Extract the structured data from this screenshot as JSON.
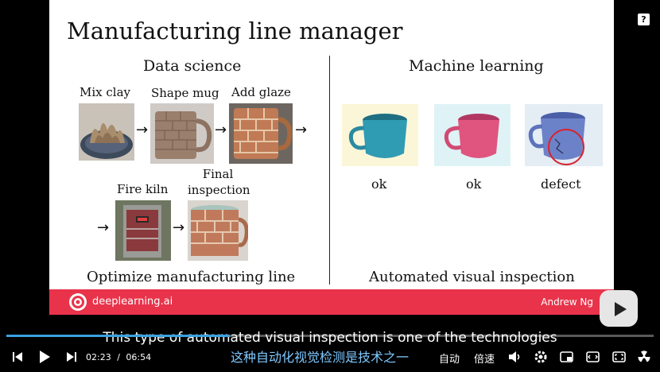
{
  "slide": {
    "title": "Manufacturing line manager",
    "left": {
      "heading": "Data science",
      "steps": [
        "Mix clay",
        "Shape mug",
        "Add glaze",
        "Fire kiln",
        "Final\ninspection"
      ],
      "caption": "Optimize manufacturing line"
    },
    "right": {
      "heading": "Machine learning",
      "labels": [
        "ok",
        "ok",
        "defect"
      ],
      "caption": "Automated visual inspection"
    },
    "brand": "deeplearning.ai",
    "author": "Andrew Ng"
  },
  "subtitles": {
    "english": "This type of automated visual inspection is one of the technologies",
    "chinese": "这种自动化视觉检测是技术之一"
  },
  "player": {
    "current_time": "02:23",
    "separator": "/",
    "duration": "06:54",
    "progress_fraction": 0.345,
    "quality_label": "自动",
    "speed_label": "倍速",
    "help_label": "?",
    "accent_color": "#3aa1e0",
    "brand_color": "#e8334a",
    "icons": [
      "prev-icon",
      "play-icon",
      "next-icon",
      "volume-icon",
      "settings-icon",
      "pip-icon",
      "widescreen-icon",
      "fullscreen-icon",
      "radiation-icon",
      "bilibili-play-icon"
    ]
  }
}
